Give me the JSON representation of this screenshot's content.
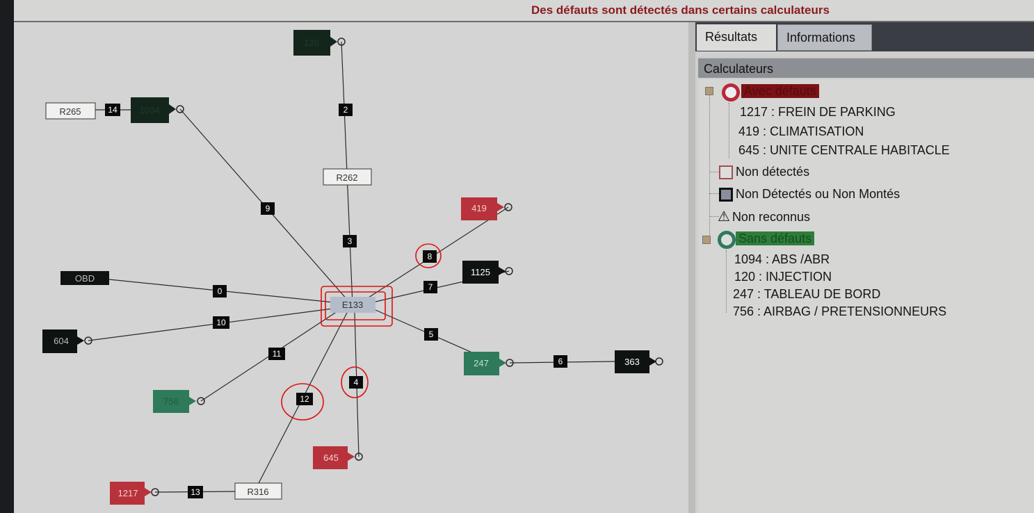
{
  "header": {
    "title": "Des défauts sont détectés dans certains calculateurs"
  },
  "tabs": [
    {
      "label": "Résultats",
      "active": true
    },
    {
      "label": "Informations",
      "active": false
    }
  ],
  "panel": {
    "title": "Calculateurs"
  },
  "tree": {
    "with_faults": {
      "label": "Avec défauts",
      "items": [
        "1217 : FREIN DE PARKING",
        "419 : CLIMATISATION",
        "645 : UNITE CENTRALE HABITACLE"
      ]
    },
    "not_detected": "Non détectés",
    "not_detected_or_not_fitted": "Non Détectés ou Non Montés",
    "not_recognized": "Non reconnus",
    "without_faults": {
      "label": "Sans défauts",
      "items": [
        "1094 : ABS /ABR",
        "120 : INJECTION",
        "247 : TABLEAU DE BORD",
        "756 : AIRBAG / PRETENSIONNEURS"
      ]
    }
  },
  "diagram": {
    "gateway": "E133",
    "nodes": {
      "n120": "120",
      "n1094": "1094",
      "r265": "R265",
      "r262": "R262",
      "n419": "419",
      "n1125": "1125",
      "obd": "OBD",
      "n604": "604",
      "n247": "247",
      "n363": "363",
      "n756": "756",
      "n645": "645",
      "n1217": "1217",
      "r316": "R316"
    },
    "links": {
      "l0": "0",
      "l2": "2",
      "l3": "3",
      "l4": "4",
      "l5": "5",
      "l6": "6",
      "l7": "7",
      "l8": "8",
      "l9": "9",
      "l10": "10",
      "l11": "11",
      "l12": "12",
      "l13": "13",
      "l14": "14"
    }
  },
  "colors": {
    "fault": "#b8323c",
    "ok": "#2e7a5a",
    "dark": "#0e1210",
    "title": "#8a1a1e",
    "annotation": "#e01010"
  }
}
